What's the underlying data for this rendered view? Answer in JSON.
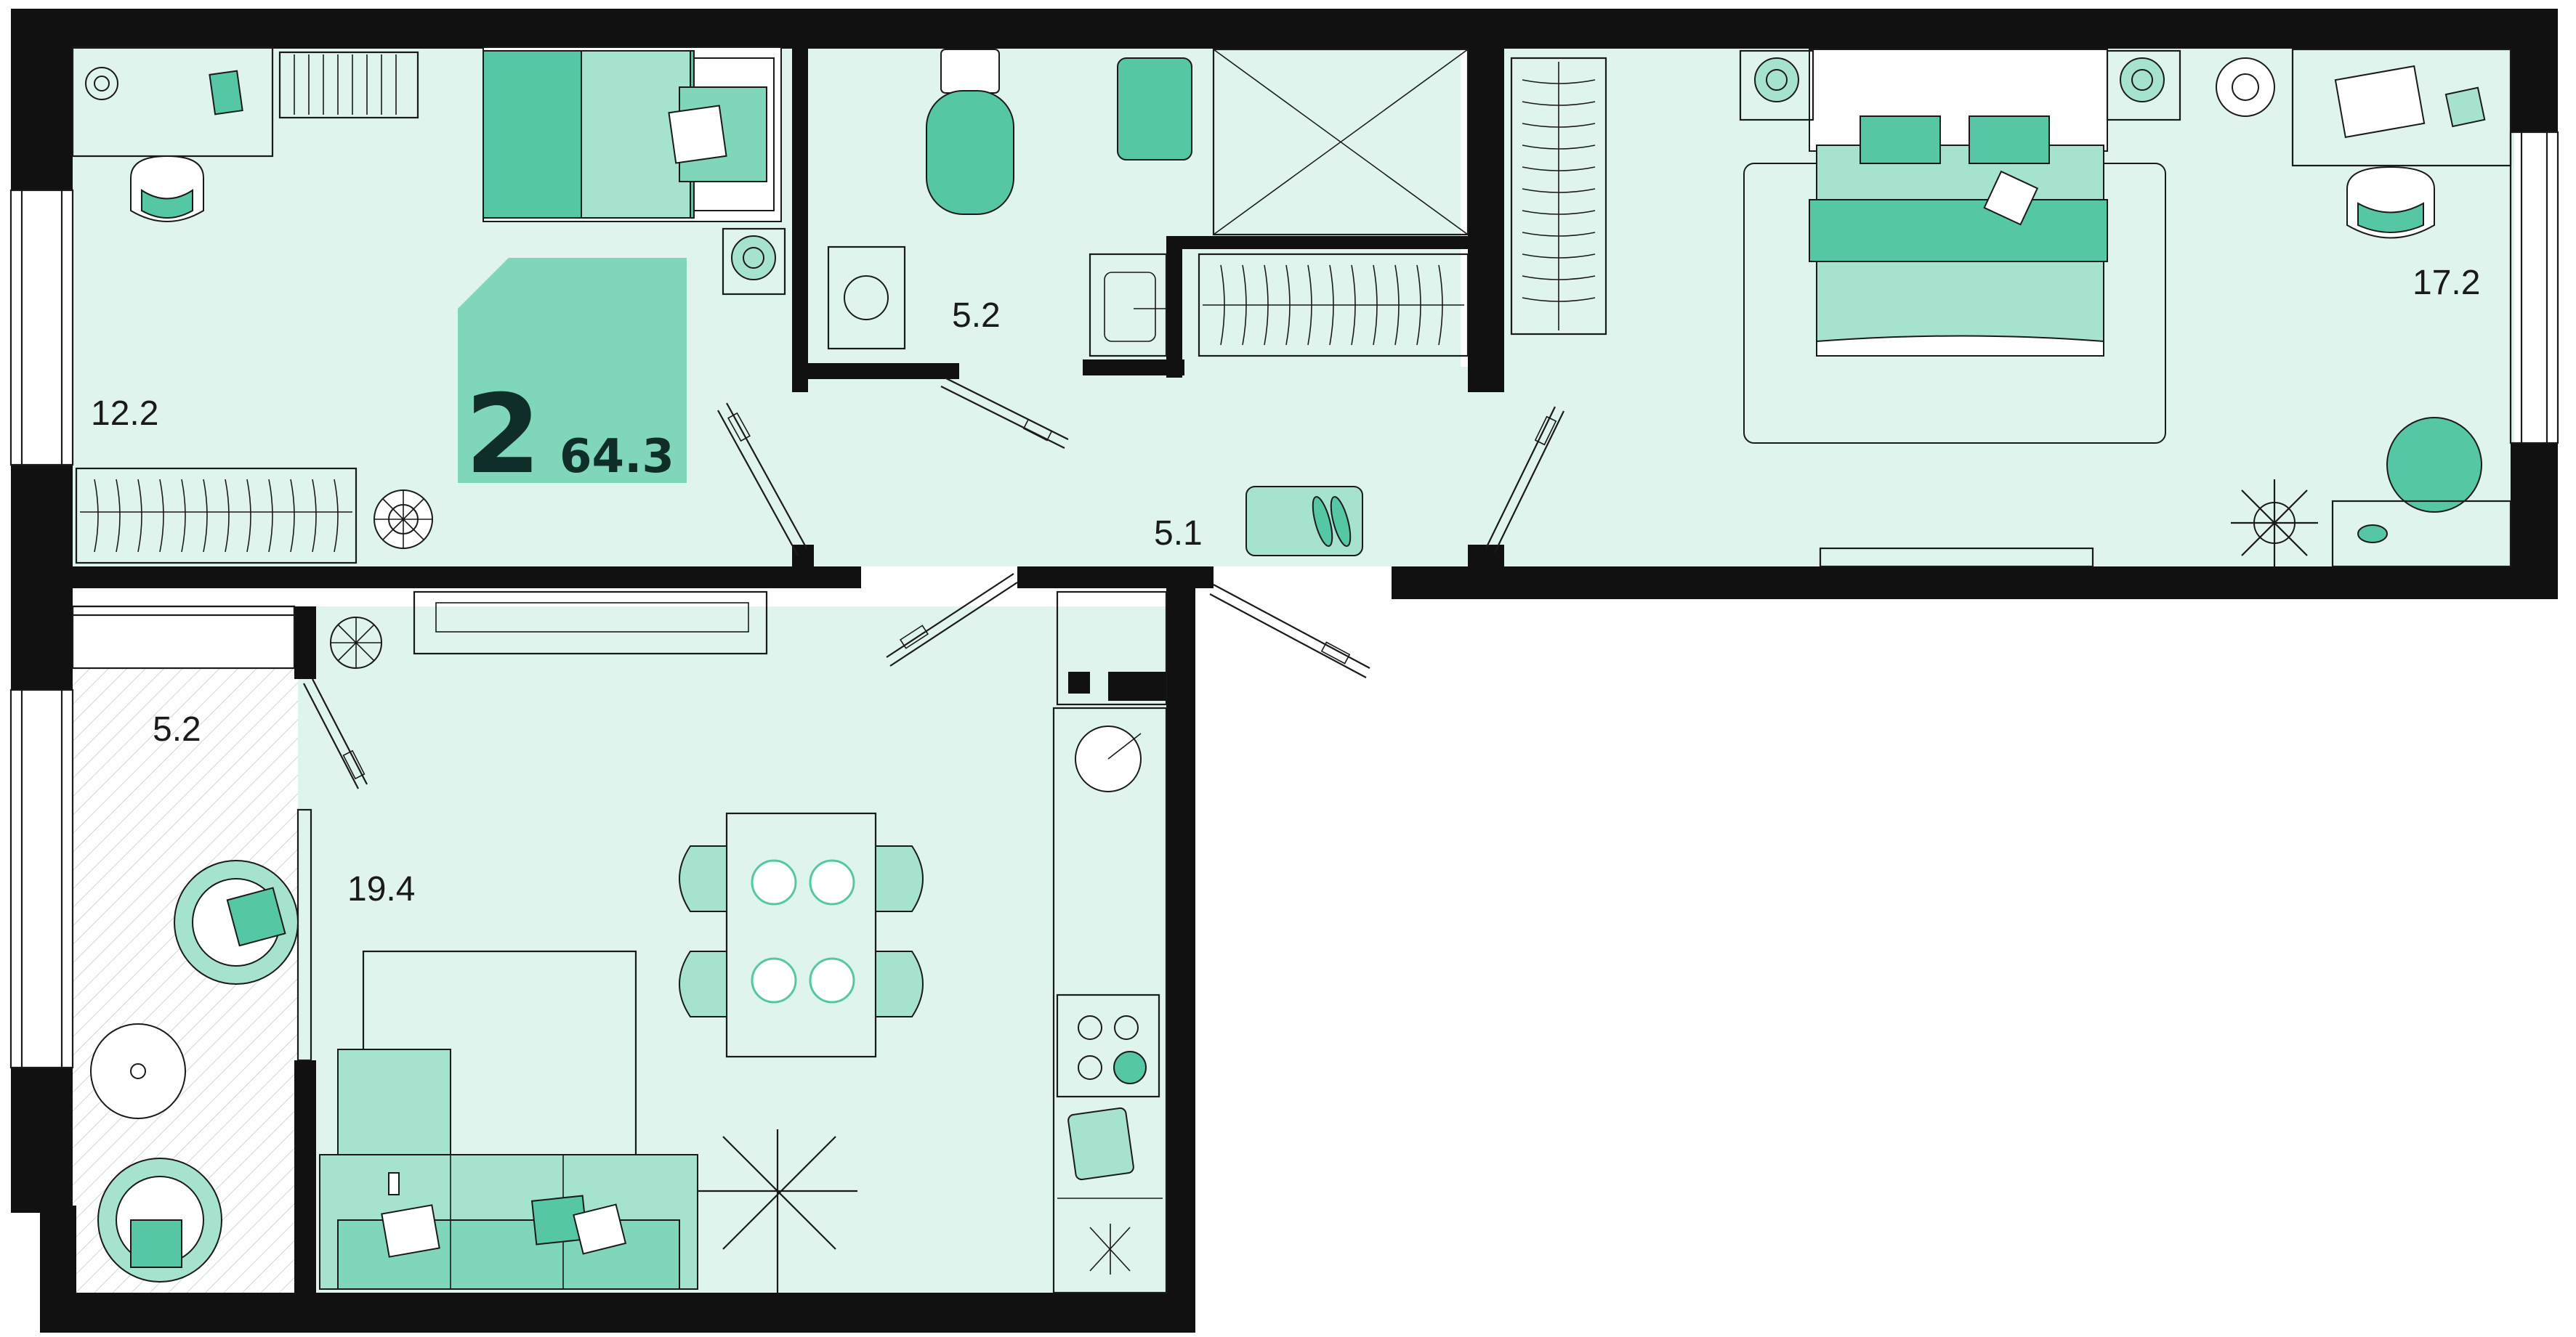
{
  "plan": {
    "rooms_count": "2",
    "total_area": "64.3",
    "rooms": [
      {
        "id": "bedroom-left",
        "area": "12.2"
      },
      {
        "id": "bathroom",
        "area": "5.2"
      },
      {
        "id": "bedroom-right",
        "area": "17.2"
      },
      {
        "id": "hallway",
        "area": "5.1"
      },
      {
        "id": "balcony",
        "area": "5.2"
      },
      {
        "id": "living-kitchen",
        "area": "19.4"
      }
    ]
  },
  "colors": {
    "floor": "#dff4ec",
    "accent": "#7fd6bb",
    "accent_light": "#a6e3cf",
    "accent_dark": "#56c7a5",
    "wall": "#111111"
  }
}
